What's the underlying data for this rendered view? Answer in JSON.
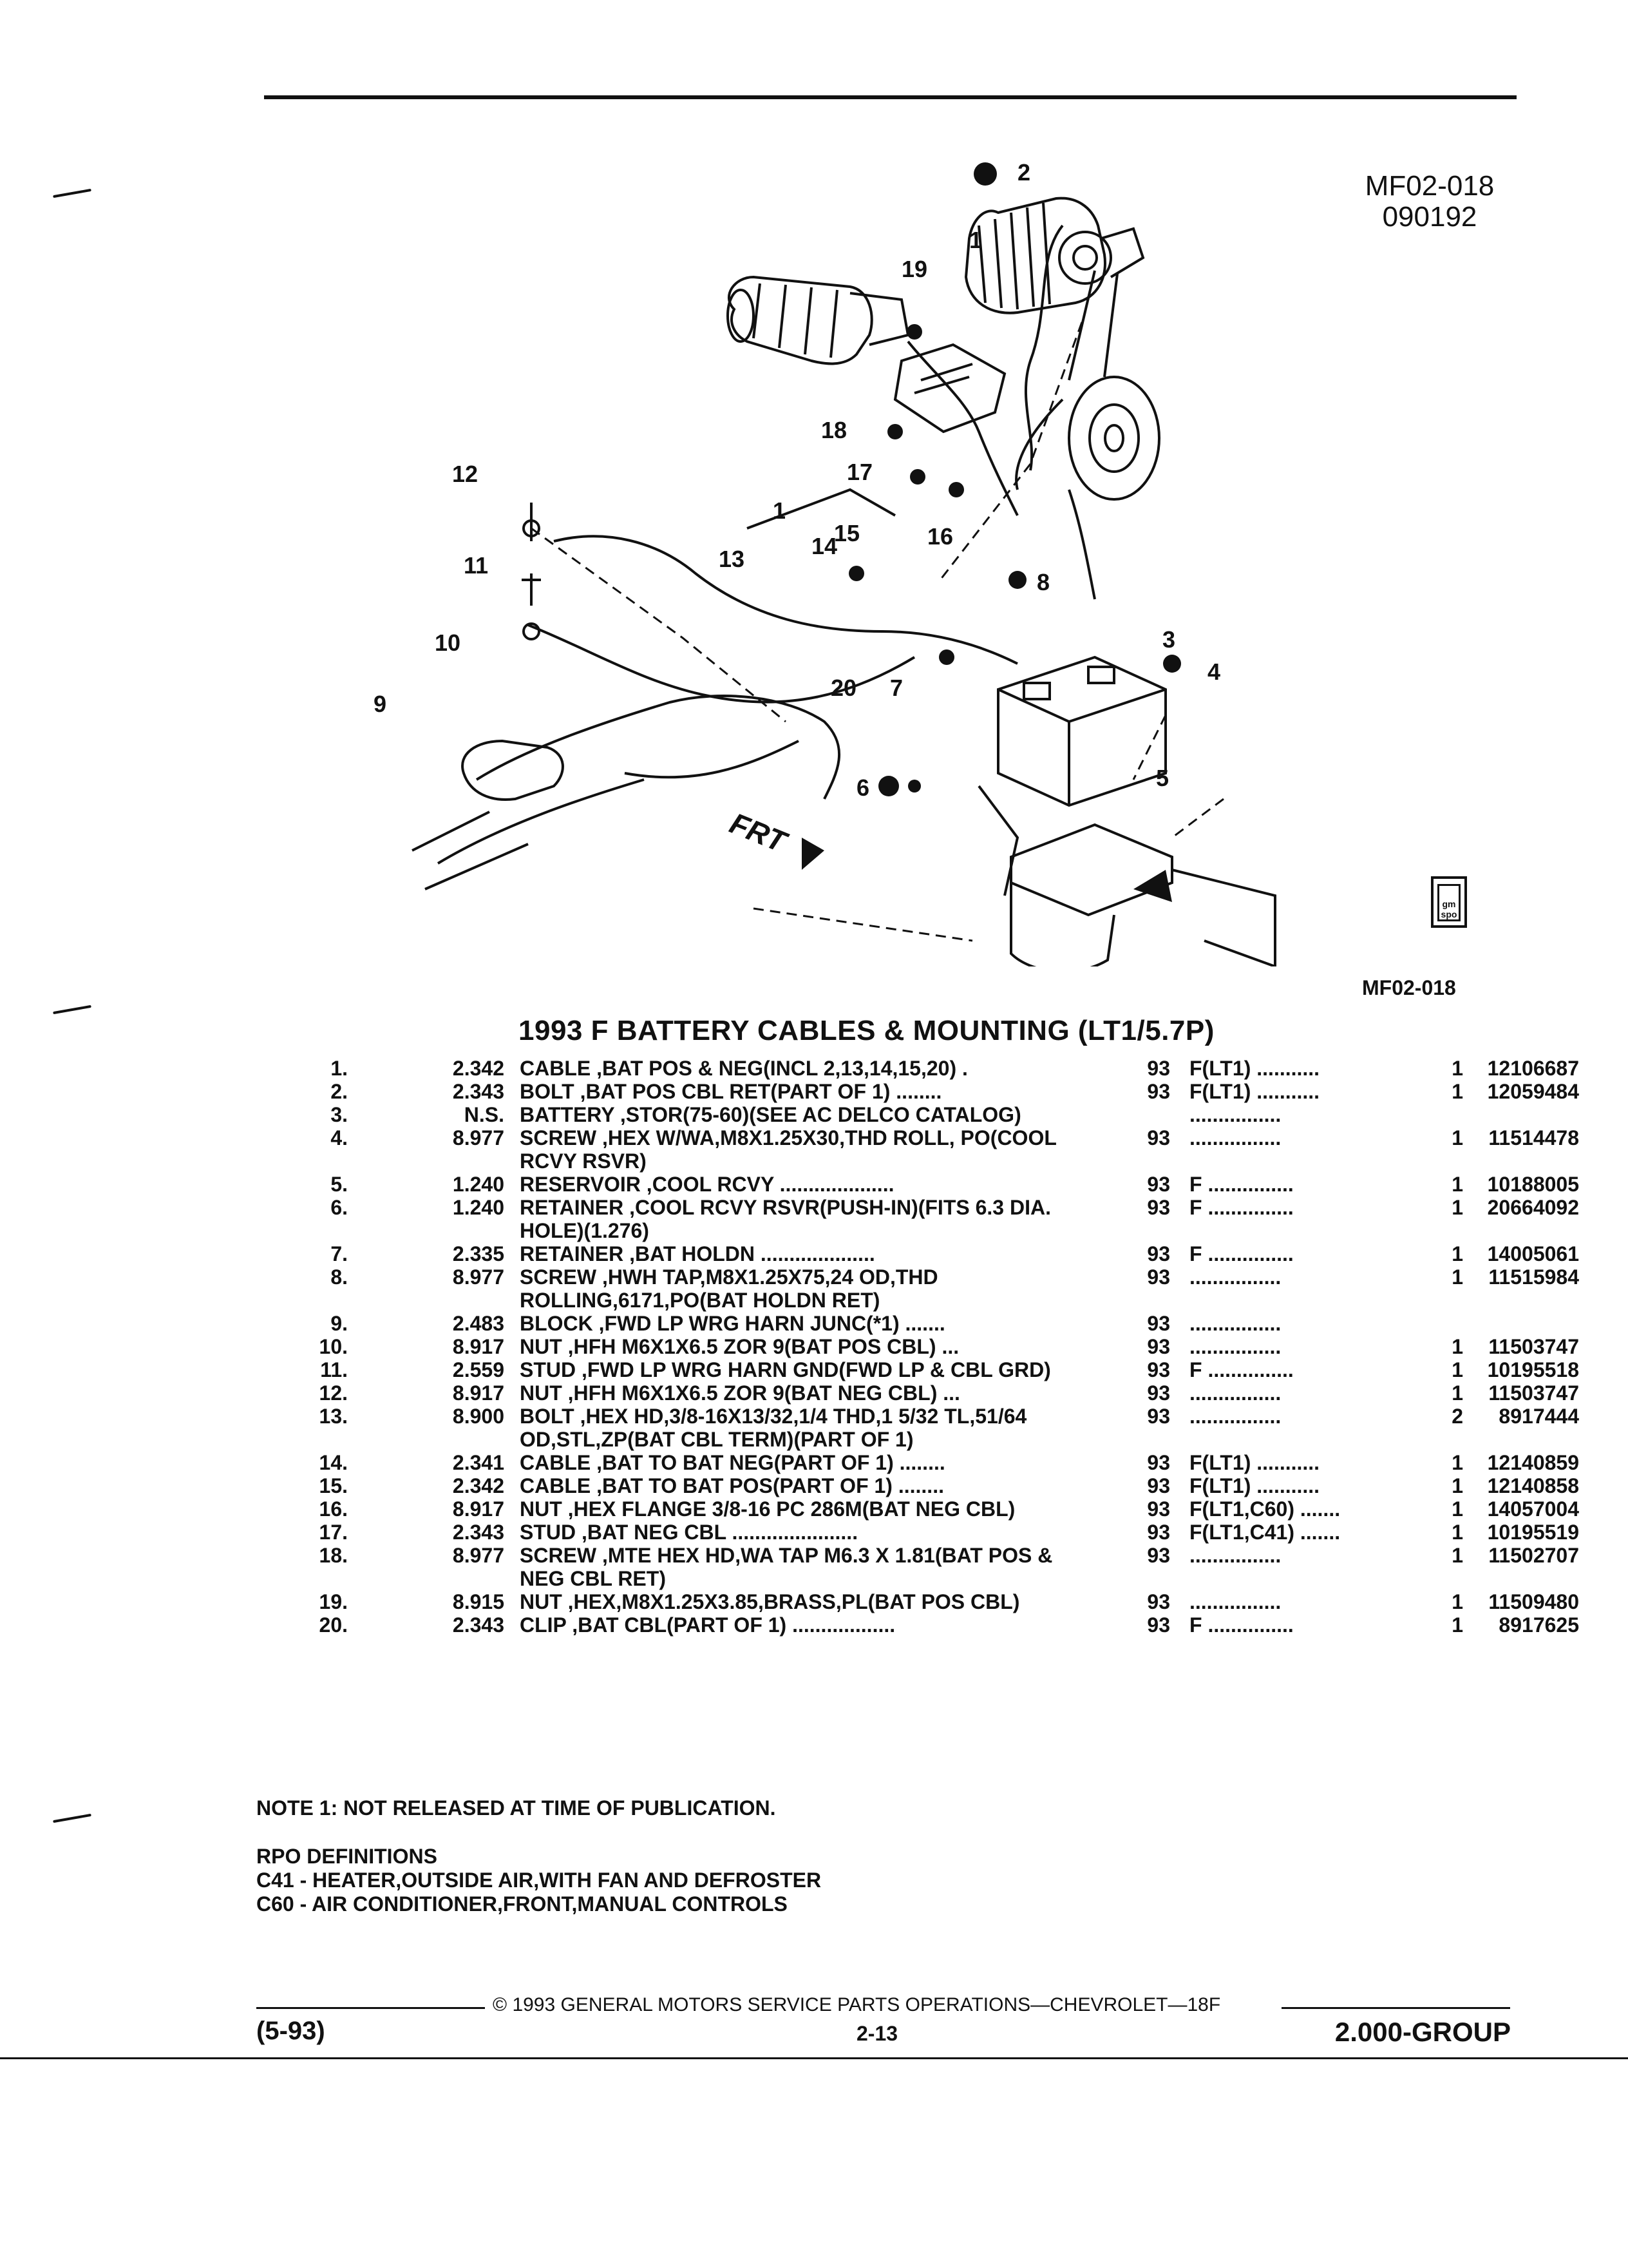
{
  "figure": {
    "ref": "MF02-018",
    "date_code": "090192",
    "bottom_ref": "MF02-018",
    "front_label": "FRT",
    "logo_text": "gm spo",
    "callouts": [
      "1",
      "2",
      "3",
      "4",
      "5",
      "6",
      "7",
      "8",
      "9",
      "10",
      "11",
      "12",
      "13",
      "14",
      "15",
      "16",
      "17",
      "18",
      "19",
      "20",
      "1"
    ]
  },
  "title": "1993 F BATTERY CABLES & MOUNTING (LT1/5.7P)",
  "parts": [
    {
      "no": "1.",
      "group": "2.342",
      "desc": "CABLE ,BAT POS & NEG(INCL 2,13,14,15,20) .",
      "year": "93",
      "usage": "F(LT1) ...........",
      "qty": "1",
      "part_no": "12106687"
    },
    {
      "no": "2.",
      "group": "2.343",
      "desc": "BOLT ,BAT POS CBL RET(PART OF 1) ........",
      "year": "93",
      "usage": "F(LT1) ...........",
      "qty": "1",
      "part_no": "12059484"
    },
    {
      "no": "3.",
      "group": "N.S.",
      "desc": "BATTERY ,STOR(75-60)(SEE AC DELCO CATALOG)",
      "year": "",
      "usage": "................",
      "qty": "",
      "part_no": ""
    },
    {
      "no": "4.",
      "group": "8.977",
      "desc": "SCREW ,HEX W/WA,M8X1.25X30,THD ROLL, PO(COOL RCVY RSVR)",
      "year": "93",
      "usage": "................",
      "qty": "1",
      "part_no": "11514478"
    },
    {
      "no": "5.",
      "group": "1.240",
      "desc": "RESERVOIR ,COOL RCVY ....................",
      "year": "93",
      "usage": "F ...............",
      "qty": "1",
      "part_no": "10188005"
    },
    {
      "no": "6.",
      "group": "1.240",
      "desc": "RETAINER ,COOL RCVY RSVR(PUSH-IN)(FITS 6.3 DIA. HOLE)(1.276)",
      "year": "93",
      "usage": "F ...............",
      "qty": "1",
      "part_no": "20664092"
    },
    {
      "no": "7.",
      "group": "2.335",
      "desc": "RETAINER ,BAT HOLDN ....................",
      "year": "93",
      "usage": "F ...............",
      "qty": "1",
      "part_no": "14005061"
    },
    {
      "no": "8.",
      "group": "8.977",
      "desc": "SCREW ,HWH TAP,M8X1.25X75,24 OD,THD ROLLING,6171,PO(BAT HOLDN RET)",
      "year": "93",
      "usage": "................",
      "qty": "1",
      "part_no": "11515984"
    },
    {
      "no": "9.",
      "group": "2.483",
      "desc": "BLOCK ,FWD LP WRG HARN JUNC(*1) .......",
      "year": "93",
      "usage": "................",
      "qty": "",
      "part_no": ""
    },
    {
      "no": "10.",
      "group": "8.917",
      "desc": "NUT ,HFH M6X1X6.5 ZOR 9(BAT POS CBL) ...",
      "year": "93",
      "usage": "................",
      "qty": "1",
      "part_no": "11503747"
    },
    {
      "no": "11.",
      "group": "2.559",
      "desc": "STUD ,FWD LP WRG HARN GND(FWD LP & CBL GRD)",
      "year": "93",
      "usage": "F ...............",
      "qty": "1",
      "part_no": "10195518"
    },
    {
      "no": "12.",
      "group": "8.917",
      "desc": "NUT ,HFH M6X1X6.5 ZOR 9(BAT NEG CBL) ...",
      "year": "93",
      "usage": "................",
      "qty": "1",
      "part_no": "11503747"
    },
    {
      "no": "13.",
      "group": "8.900",
      "desc": "BOLT ,HEX HD,3/8-16X13/32,1/4 THD,1 5/32 TL,51/64 OD,STL,ZP(BAT CBL TERM)(PART OF 1)",
      "year": "93",
      "usage": "................",
      "qty": "2",
      "part_no": "8917444"
    },
    {
      "no": "14.",
      "group": "2.341",
      "desc": "CABLE ,BAT TO BAT NEG(PART OF 1) ........",
      "year": "93",
      "usage": "F(LT1) ...........",
      "qty": "1",
      "part_no": "12140859"
    },
    {
      "no": "15.",
      "group": "2.342",
      "desc": "CABLE ,BAT TO BAT POS(PART OF 1) ........",
      "year": "93",
      "usage": "F(LT1) ...........",
      "qty": "1",
      "part_no": "12140858"
    },
    {
      "no": "16.",
      "group": "8.917",
      "desc": "NUT ,HEX FLANGE 3/8-16 PC 286M(BAT NEG CBL)",
      "year": "93",
      "usage": "F(LT1,C60) .......",
      "qty": "1",
      "part_no": "14057004"
    },
    {
      "no": "17.",
      "group": "2.343",
      "desc": "STUD ,BAT NEG CBL ......................",
      "year": "93",
      "usage": "F(LT1,C41) .......",
      "qty": "1",
      "part_no": "10195519"
    },
    {
      "no": "18.",
      "group": "8.977",
      "desc": "SCREW ,MTE HEX HD,WA TAP M6.3 X 1.81(BAT POS & NEG CBL RET)",
      "year": "93",
      "usage": "................",
      "qty": "1",
      "part_no": "11502707"
    },
    {
      "no": "19.",
      "group": "8.915",
      "desc": "NUT ,HEX,M8X1.25X3.85,BRASS,PL(BAT POS CBL)",
      "year": "93",
      "usage": "................",
      "qty": "1",
      "part_no": "11509480"
    },
    {
      "no": "20.",
      "group": "2.343",
      "desc": "CLIP ,BAT CBL(PART OF 1) ..................",
      "year": "93",
      "usage": "F ...............",
      "qty": "1",
      "part_no": "8917625"
    }
  ],
  "note": "NOTE 1: NOT RELEASED AT TIME OF PUBLICATION.",
  "rpo": {
    "heading": "RPO DEFINITIONS",
    "lines": [
      "C41 - HEATER,OUTSIDE AIR,WITH FAN AND DEFROSTER",
      "C60 - AIR CONDITIONER,FRONT,MANUAL CONTROLS"
    ]
  },
  "footer": {
    "copyright": "© 1993 GENERAL MOTORS SERVICE PARTS OPERATIONS—CHEVROLET—18F",
    "date": "(5-93)",
    "page": "2-13",
    "group": "2.000-GROUP"
  }
}
